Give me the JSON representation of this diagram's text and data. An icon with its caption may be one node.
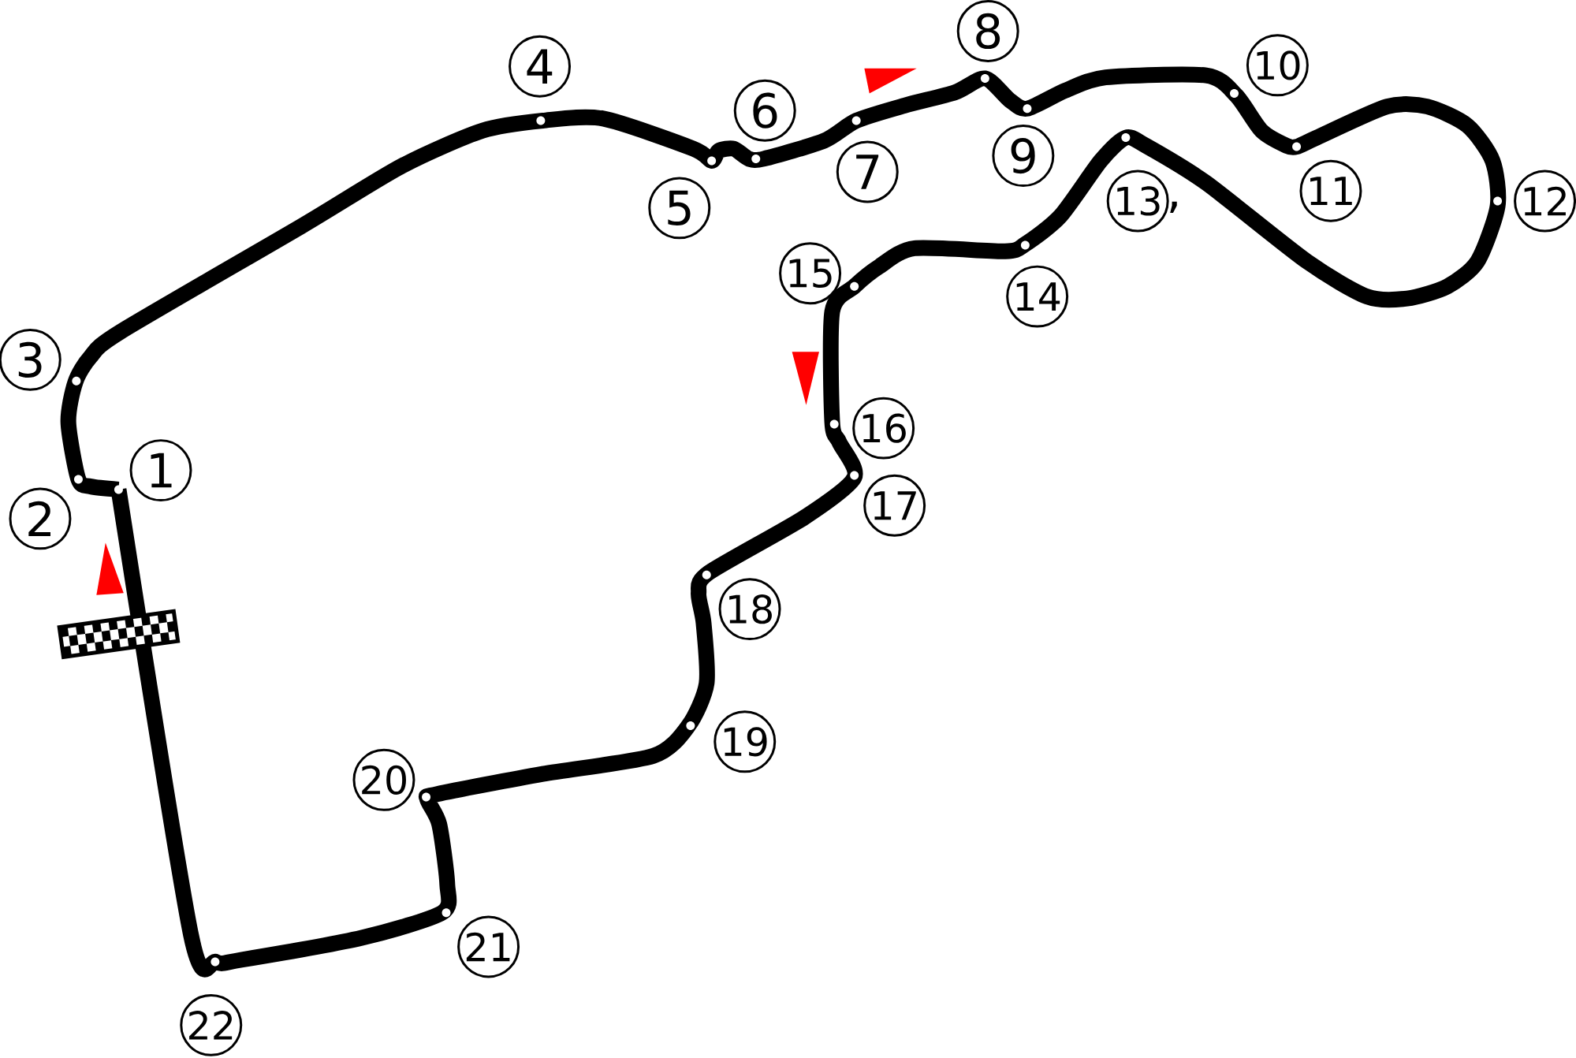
{
  "diagram": {
    "nodes": [
      {
        "text": [
          "1"
        ]
      },
      {
        "text": [
          "2"
        ]
      },
      {
        "text": [
          "3"
        ]
      },
      {
        "text": [
          "4"
        ]
      },
      {
        "text": [
          "5"
        ]
      },
      {
        "text": [
          "6"
        ]
      },
      {
        "text": [
          "7"
        ]
      },
      {
        "text": [
          "8"
        ]
      },
      {
        "text": [
          "9"
        ]
      },
      {
        "text": [
          "10"
        ]
      },
      {
        "text": [
          "11"
        ]
      },
      {
        "text": [
          "12"
        ]
      },
      {
        "text": [
          "13"
        ],
        "beside": [
          ","
        ]
      },
      {
        "text": [
          "14"
        ]
      },
      {
        "text": [
          "15"
        ]
      },
      {
        "text": [
          "16"
        ]
      },
      {
        "text": [
          "17"
        ]
      },
      {
        "text": [
          "18"
        ]
      },
      {
        "text": [
          "19"
        ]
      },
      {
        "text": [
          "20"
        ]
      },
      {
        "text": [
          "21"
        ]
      },
      {
        "text": [
          "22"
        ]
      }
    ]
  }
}
